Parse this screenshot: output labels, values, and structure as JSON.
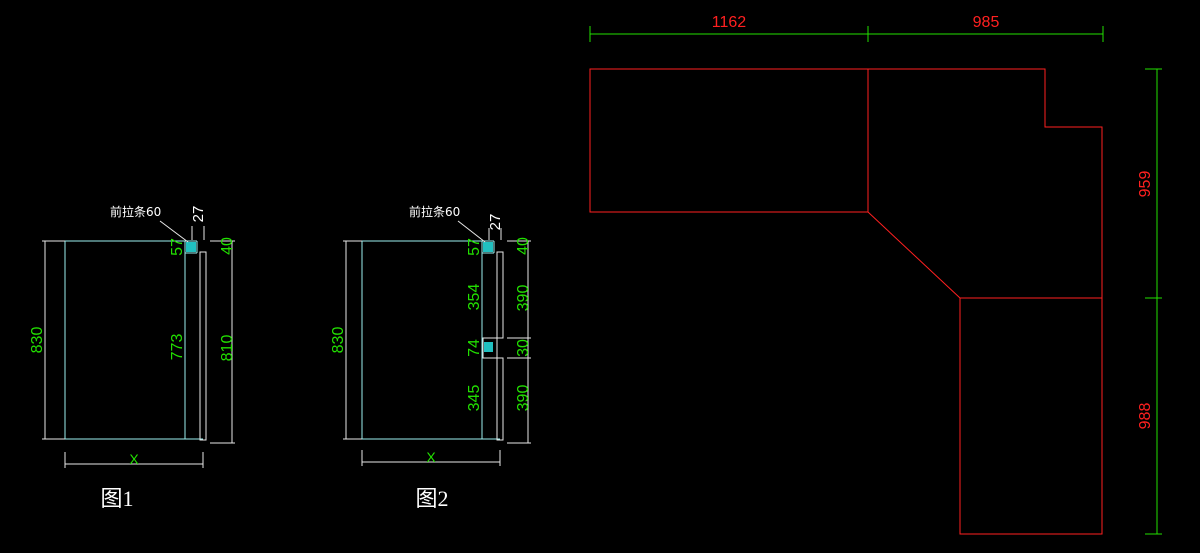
{
  "colors": {
    "background": "#000000",
    "outline_cyan": "#9cf0f0",
    "outline_white": "#e8e8e8",
    "dim_green": "#22e000",
    "dim_red": "#ff2020",
    "rail_fill": "#20c0c0"
  },
  "figure1": {
    "caption": "图1",
    "note": "前拉条60",
    "width_label": "X",
    "dims": {
      "overall_height": "830",
      "rail_height": "57",
      "rail_width": "27",
      "top_gap": "40",
      "inner_height": "773",
      "side_height": "810"
    }
  },
  "figure2": {
    "caption": "图2",
    "note": "前拉条60",
    "width_label": "X",
    "dims": {
      "overall_height": "830",
      "rail_height": "57",
      "rail_width": "27",
      "top_gap": "40",
      "upper_inner": "354",
      "upper_side": "390",
      "mid_rail": "74",
      "mid_gap": "30",
      "lower_inner": "345",
      "lower_side": "390"
    }
  },
  "plan": {
    "top_left_width": "1162",
    "top_right_width": "985",
    "right_upper_height": "959",
    "right_lower_height": "988"
  }
}
